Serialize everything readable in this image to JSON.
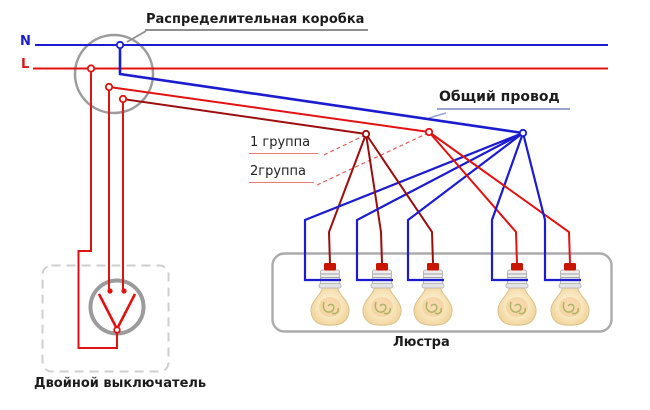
{
  "diagram": {
    "junction_box_label": "Распределительная коробка",
    "neutral_label": "N",
    "phase_label": "L",
    "common_wire_label": "Общий провод",
    "group1_label": "1 группа",
    "group2_label": "2группа",
    "chandelier_label": "Люстра",
    "switch_label": "Двойной выключатель"
  },
  "colors": {
    "neutral_blue": "#1b1bcf",
    "phase_red": "#e31212",
    "group_dark_red": "#9c0d0d",
    "outline_gray": "#9b9b9b",
    "box_dash_gray": "#cfcfcf",
    "chandelier_gray": "#ababab",
    "callout_dash_red": "#e85b5b",
    "common_underline_blue": "#9aa3cf",
    "bulb_cap_red": "#c81400",
    "socket_gray": "#ededed",
    "glass_cream": "#f8e7bd",
    "filament_green": "#9fae57"
  },
  "chandelier": {
    "bulb_count": 5,
    "bulb_centers_x": [
      330,
      382,
      433,
      517,
      570
    ],
    "group1_bulb_count": 3
  }
}
